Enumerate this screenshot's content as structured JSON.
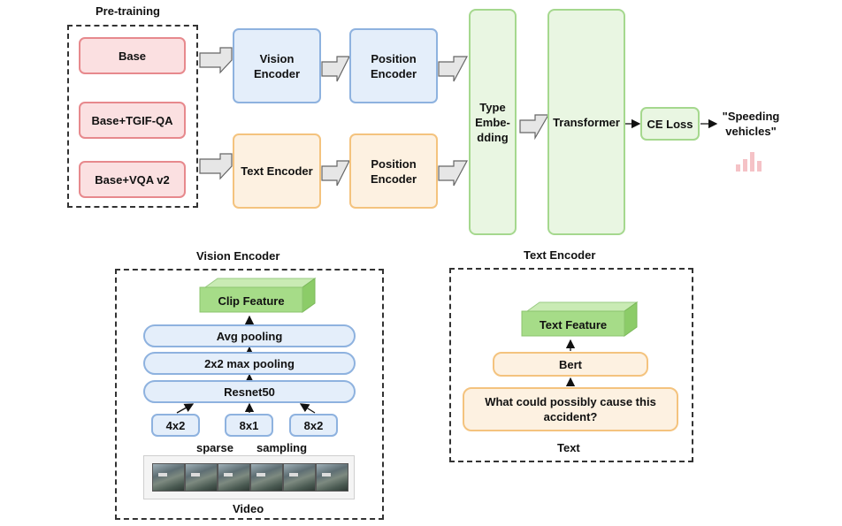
{
  "pretraining": {
    "title": "Pre-training",
    "datasets": [
      "Base",
      "Base+TGIF-QA",
      "Base+VQA v2"
    ]
  },
  "pipeline": {
    "vision_encoder": "Vision Encoder",
    "text_encoder": "Text Encoder",
    "position_encoder": "Position Encoder",
    "type_embedding": "Type Embe- dding",
    "transformer": "Transformer",
    "ce_loss": "CE Loss",
    "output": "\"Speeding vehicles\""
  },
  "vision_detail": {
    "title": "Vision Encoder",
    "clip_feature": "Clip Feature",
    "avg_pooling": "Avg pooling",
    "max_pooling": "2x2 max pooling",
    "resnet": "Resnet50",
    "samples": [
      "4x2",
      "8x1",
      "8x2"
    ],
    "sparse": "sparse",
    "sampling": "sampling",
    "video": "Video"
  },
  "text_detail": {
    "title": "Text Encoder",
    "text_feature": "Text Feature",
    "bert": "Bert",
    "question": "What could possibly cause this accident?",
    "text": "Text"
  },
  "colors": {
    "red": "#e7898d",
    "blue": "#8eb2df",
    "orange": "#f4c37e",
    "green": "#a5d88e",
    "arrow_fill": "#e6e6e6"
  },
  "icons": {
    "watermark": "bar-chart-icon"
  }
}
